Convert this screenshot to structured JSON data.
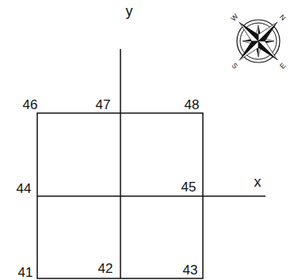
{
  "diagram": {
    "labels": [
      "y",
      "W",
      "N",
      "S",
      "E",
      "46",
      "47",
      "48",
      "x",
      "44",
      "45",
      "41",
      "42",
      "43"
    ]
  }
}
